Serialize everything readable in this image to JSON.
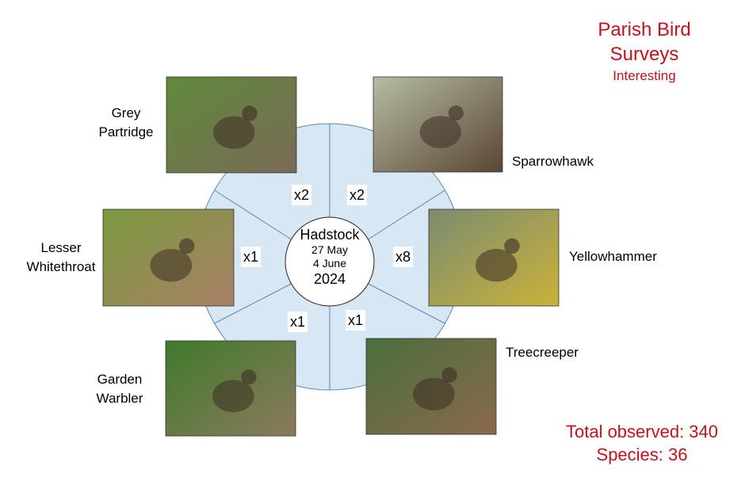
{
  "header": {
    "title": "Parish Bird\nSurveys",
    "subtitle": "Interesting"
  },
  "center": {
    "place": "Hadstock",
    "date1": "27 May",
    "date2": "4 June",
    "year": "2024"
  },
  "birds": [
    {
      "name": "Grey\nPartridge",
      "count": "x2",
      "photo_tones": [
        "#5f8a3a",
        "#7a6a58"
      ]
    },
    {
      "name": "Sparrowhawk",
      "count": "x2",
      "photo_tones": [
        "#b6bca4",
        "#5a4634"
      ]
    },
    {
      "name": "Yellowhammer",
      "count": "x8",
      "photo_tones": [
        "#7c8c70",
        "#c9b23a"
      ]
    },
    {
      "name": "Treecreeper",
      "count": "x1",
      "photo_tones": [
        "#4a6e3c",
        "#8a6a4c"
      ]
    },
    {
      "name": "Garden\nWarbler",
      "count": "x1",
      "photo_tones": [
        "#3f7a2a",
        "#8b7a5e"
      ]
    },
    {
      "name": "Lesser\nWhitethroat",
      "count": "x1",
      "photo_tones": [
        "#7a9a3e",
        "#a88066"
      ]
    }
  ],
  "totals": {
    "observed": "Total observed: 340",
    "species": "Species: 36"
  },
  "colors": {
    "accent": "#c0131f",
    "wheel_fill": "#d7e7f3",
    "wheel_stroke": "#5d87ad"
  }
}
